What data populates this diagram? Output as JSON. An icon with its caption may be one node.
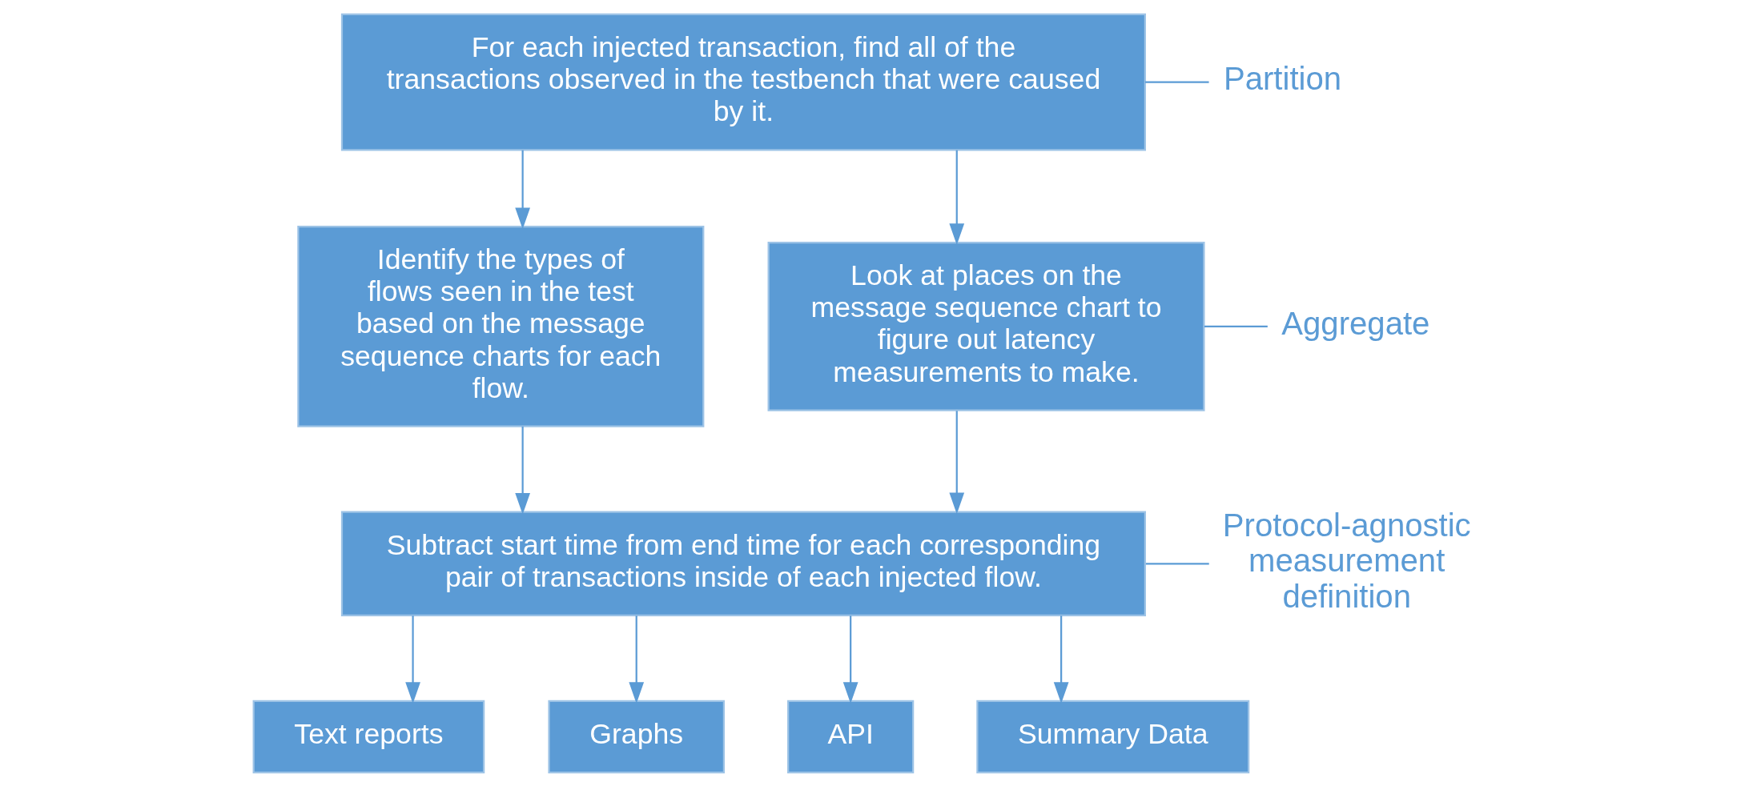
{
  "diagram": {
    "nodes": [
      {
        "text": [
          "For each injected transaction, find all of the transactions observed in the testbench that were caused by it."
        ]
      },
      {
        "text": [
          "Identify the types of flows seen in the test based on the message sequence charts for each flow."
        ]
      },
      {
        "text": [
          "Look at places on the message sequence chart to figure out latency measurements to make."
        ]
      },
      {
        "text": [
          "Subtract start time from end time for each corresponding pair of transactions inside of each injected flow."
        ]
      },
      {
        "text": [
          "Text reports"
        ]
      },
      {
        "text": [
          "Graphs"
        ]
      },
      {
        "text": [
          "API"
        ]
      },
      {
        "text": [
          "Summary Data"
        ]
      },
      {
        "text": [
          "Partition"
        ]
      },
      {
        "text": [
          "Aggregate"
        ]
      },
      {
        "text": [
          "Protocol-agnostic measurement definition"
        ]
      }
    ],
    "edges": [
      {
        "from": 0,
        "to": 1,
        "arrow": "to"
      },
      {
        "from": 0,
        "to": 2,
        "arrow": "to"
      },
      {
        "from": 1,
        "to": 3,
        "arrow": "to"
      },
      {
        "from": 2,
        "to": 3,
        "arrow": "to"
      },
      {
        "from": 3,
        "to": 4,
        "arrow": "to"
      },
      {
        "from": 3,
        "to": 5,
        "arrow": "to"
      },
      {
        "from": 3,
        "to": 6,
        "arrow": "to"
      },
      {
        "from": 3,
        "to": 7,
        "arrow": "to"
      },
      {
        "from": 0,
        "to": 8,
        "arrow": "none"
      },
      {
        "from": 2,
        "to": 9,
        "arrow": "none"
      },
      {
        "from": 3,
        "to": 10,
        "arrow": "none"
      }
    ]
  }
}
